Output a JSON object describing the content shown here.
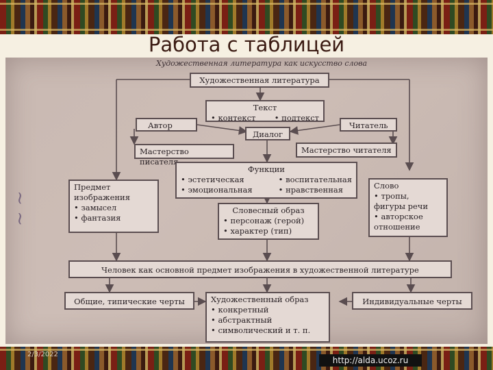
{
  "slide": {
    "title": "Работа с таблицей",
    "footer_date": "2/3/2022",
    "footer_link": "http://alda.ucoz.ru"
  },
  "diagram": {
    "subtitle": "Художественная литература как искусство слова",
    "literature": "Художественная литература",
    "text_title": "Текст",
    "text_items": [
      "контекст",
      "подтекст"
    ],
    "author": "Автор",
    "reader": "Читатель",
    "dialog": "Диалог",
    "writer_mastery": "Мастерство писателя",
    "reader_mastery": "Мастерство читателя",
    "functions_title": "Функции",
    "functions_left": [
      "эстетическая",
      "эмоциональная"
    ],
    "functions_right": [
      "воспитательная",
      "нравственная"
    ],
    "subject_title": "Предмет изображения",
    "subject_items": [
      "замысел",
      "фантазия"
    ],
    "word_title": "Слово",
    "word_items": [
      "тропы, фигуры речи",
      "авторское отношение"
    ],
    "verbal_image_title": "Словесный образ",
    "verbal_image_items": [
      "персонаж (герой)",
      "характер (тип)"
    ],
    "human_subject": "Человек как основной предмет изображения в художественной литературе",
    "common_traits": "Общие, типические черты",
    "art_image_title": "Художественный образ",
    "art_image_items": [
      "конкретный",
      "абстрактный",
      "символический и т. п."
    ],
    "individual_traits": "Индивидуальные черты"
  }
}
